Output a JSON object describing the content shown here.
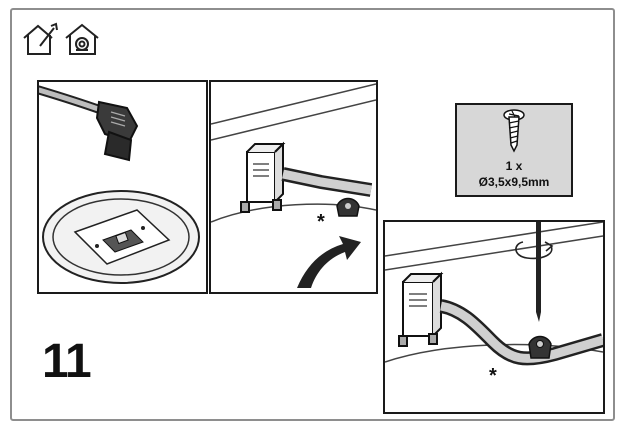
{
  "step_number": "11",
  "screw_spec": {
    "quantity": "1 x",
    "size": "Ø3,5x9,5mm"
  },
  "callouts": {
    "marker": "*"
  },
  "icons": [
    "house-tool-icon",
    "house-service-icon",
    "screw-icon",
    "rotate-arrow-icon",
    "screwdriver-icon"
  ]
}
